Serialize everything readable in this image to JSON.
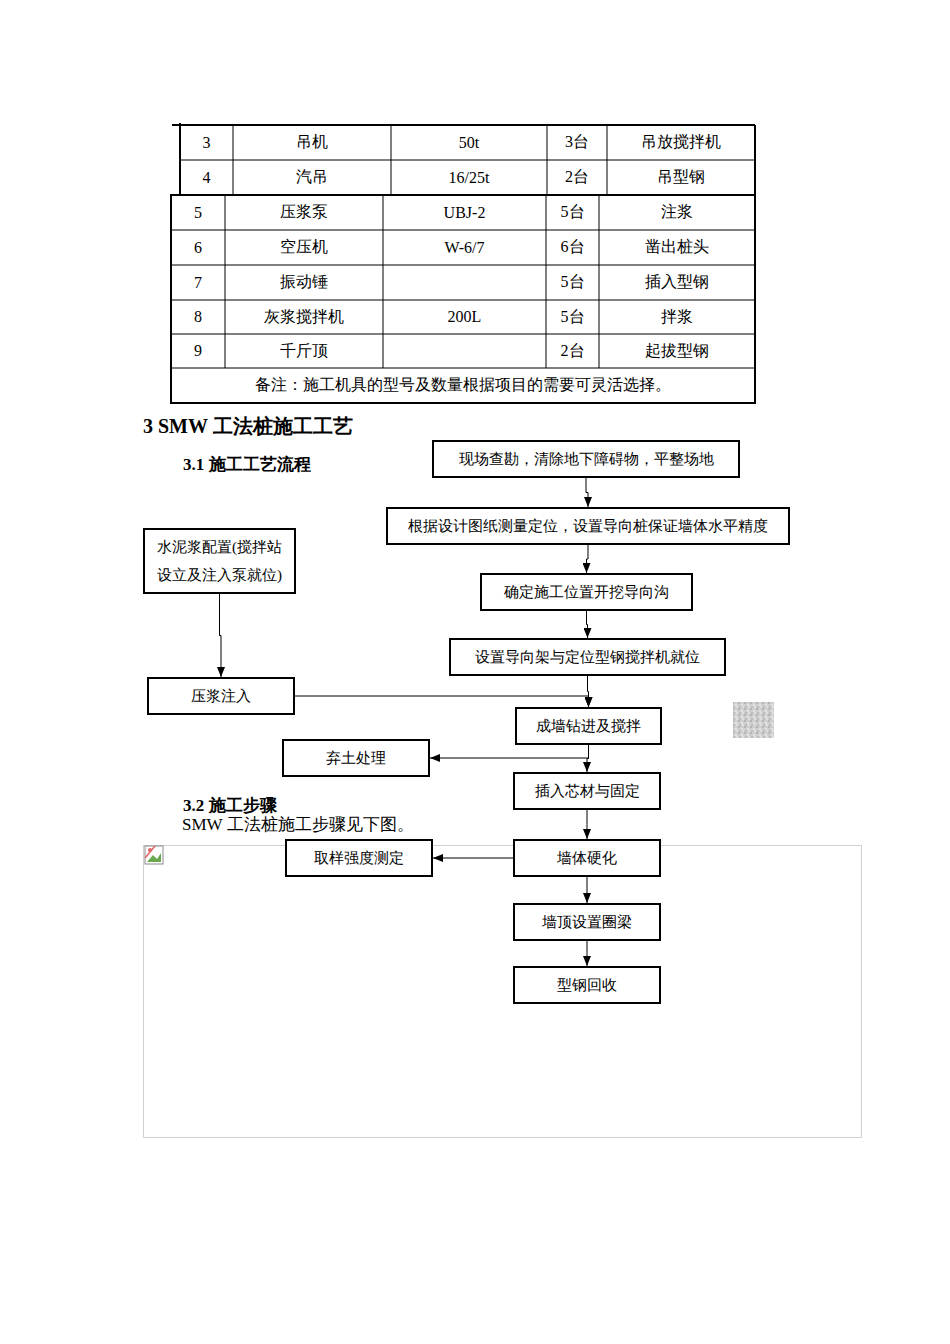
{
  "diagram": {
    "nodes": [
      {
        "text": [
          "现场查勘，清除地下障碍物，平整场地"
        ]
      },
      {
        "text": [
          "根据设计图纸测量定位，设置导向桩保证墙体水平精度"
        ]
      },
      {
        "text": [
          "水泥浆配置(搅拌站 设立及注入泵就位)"
        ]
      },
      {
        "text": [
          "确定施工位置开挖导向沟"
        ]
      },
      {
        "text": [
          "设置导向架与定位型钢搅拌机就位"
        ]
      },
      {
        "text": [
          "压浆注入"
        ]
      },
      {
        "text": [
          "成墙钻进及搅拌"
        ]
      },
      {
        "text": [
          "弃土处理"
        ]
      },
      {
        "text": [
          "插入芯材与固定"
        ]
      },
      {
        "text": [
          "取样强度测定"
        ]
      },
      {
        "text": [
          "墙体硬化"
        ]
      },
      {
        "text": [
          "墙顶设置圈梁"
        ]
      },
      {
        "text": [
          "型钢回收"
        ]
      }
    ],
    "edges": [
      {
        "from": 0,
        "to": 1,
        "arrow": "to"
      },
      {
        "from": 1,
        "to": 3,
        "arrow": "to"
      },
      {
        "from": 3,
        "to": 4,
        "arrow": "to"
      },
      {
        "from": 2,
        "to": 5,
        "arrow": "to"
      },
      {
        "from": 4,
        "to": 6,
        "arrow": "to"
      },
      {
        "from": 5,
        "to": 6,
        "arrow": "to"
      },
      {
        "from": 6,
        "to": 7,
        "arrow": "to"
      },
      {
        "from": 6,
        "to": 8,
        "arrow": "to"
      },
      {
        "from": 8,
        "to": 10,
        "arrow": "to"
      },
      {
        "from": 10,
        "to": 9,
        "arrow": "to"
      },
      {
        "from": 10,
        "to": 11,
        "arrow": "to"
      },
      {
        "from": 11,
        "to": 12,
        "arrow": "to"
      }
    ],
    "labels": [
      "3",
      "吊机",
      "50t",
      "3台",
      "吊放搅拌机",
      "4",
      "汽吊",
      "16/25t",
      "2台",
      "吊型钢",
      "5",
      "压浆泵",
      "UBJ-2",
      "5台",
      "注浆",
      "6",
      "空压机",
      "W-6/7",
      "6台",
      "凿出桩头",
      "7",
      "振动锤",
      "5台",
      "插入型钢",
      "8",
      "灰浆搅拌机",
      "200L",
      "5台",
      "拌浆",
      "9",
      "千斤顶",
      "2台",
      "起拔型钢",
      "备注：施工机具的型号及数量根据项目的需要可灵活选择。",
      "3 SMW 工法桩施工工艺",
      "3.1 施工工艺流程",
      "3.2 施工步骤",
      "SMW 工法桩施工步骤见下图。"
    ]
  }
}
